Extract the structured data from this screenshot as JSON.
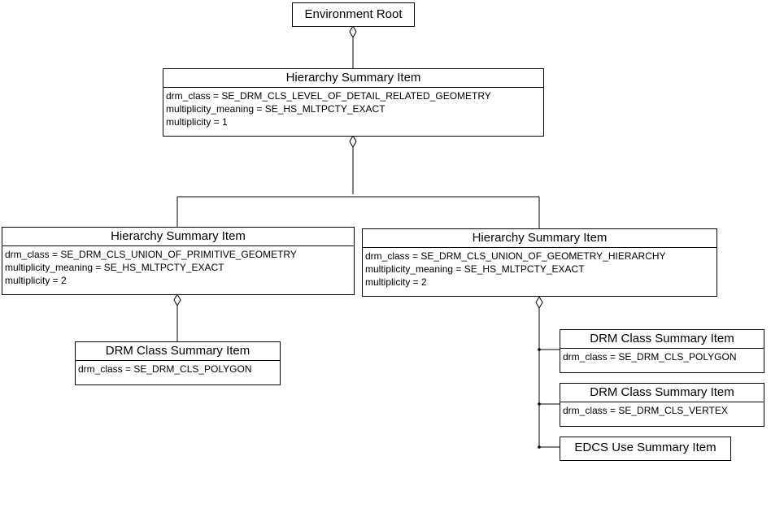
{
  "nodes": {
    "env_root": {
      "title": "Environment Root"
    },
    "hsi_top": {
      "title": "Hierarchy Summary Item",
      "attrs": [
        "drm_class = SE_DRM_CLS_LEVEL_OF_DETAIL_RELATED_GEOMETRY",
        "multiplicity_meaning = SE_HS_MLTPCTY_EXACT",
        "multiplicity = 1"
      ]
    },
    "hsi_left": {
      "title": "Hierarchy Summary Item",
      "attrs": [
        "drm_class = SE_DRM_CLS_UNION_OF_PRIMITIVE_GEOMETRY",
        "multiplicity_meaning = SE_HS_MLTPCTY_EXACT",
        "multiplicity = 2"
      ]
    },
    "hsi_right": {
      "title": "Hierarchy Summary Item",
      "attrs": [
        "drm_class = SE_DRM_CLS_UNION_OF_GEOMETRY_HIERARCHY",
        "multiplicity_meaning = SE_HS_MLTPCTY_EXACT",
        "multiplicity = 2"
      ]
    },
    "drm_left": {
      "title": "DRM Class Summary Item",
      "attrs": [
        "drm_class = SE_DRM_CLS_POLYGON"
      ]
    },
    "drm_right_polygon": {
      "title": "DRM Class Summary Item",
      "attrs": [
        "drm_class = SE_DRM_CLS_POLYGON"
      ]
    },
    "drm_right_vertex": {
      "title": "DRM Class Summary Item",
      "attrs": [
        "drm_class = SE_DRM_CLS_VERTEX"
      ]
    },
    "edcs": {
      "title": "EDCS Use Summary Item"
    }
  }
}
